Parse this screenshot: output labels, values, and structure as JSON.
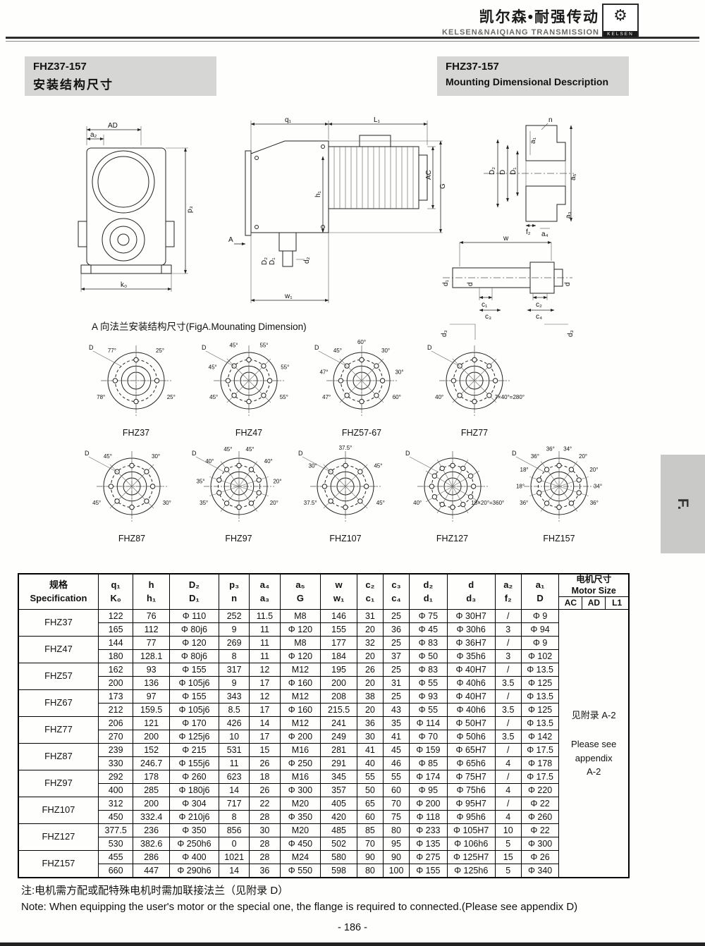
{
  "header": {
    "brand_cn": "凯尔森•耐强传动",
    "brand_en": "KELSEN&NAIQIANG TRANSMISSION",
    "logo_text": "KELSEN",
    "logo_icon": "gear-icon"
  },
  "titles": {
    "left": {
      "model": "FHZ37-157",
      "subtitle": "安装结构尺寸"
    },
    "right": {
      "model": "FHZ37-157",
      "subtitle": "Mounting Dimensional Description"
    }
  },
  "figure_caption": "A 向法兰安装结构尺寸(FigA.Mounating Dimension)",
  "side_tab": "F.",
  "drawings": {
    "front": {
      "ad": "AD",
      "a2": "a₂",
      "p3": "p₃",
      "k0": "k₀"
    },
    "side": {
      "q1": "q₁",
      "L1": "L₁",
      "AC": "AC",
      "G": "G",
      "h1": "h₁",
      "D2": "D₂",
      "D1": "D₁",
      "d2": "d₂",
      "w1": "w₁",
      "A": "A"
    },
    "fsec": {
      "D2": "D₂",
      "D": "D",
      "D1": "D₁",
      "a1": "a₁",
      "n": "n",
      "f2": "f₂",
      "a4": "a₄",
      "a3": "a₃",
      "a5": "a₅"
    },
    "shaft": {
      "w": "w",
      "d1": "d₁",
      "d": "d",
      "d_r": "d",
      "c1": "c₁",
      "c2": "c₂",
      "c3": "c₃",
      "c4": "c₄",
      "d3a": "d₃",
      "d3b": "d₃"
    }
  },
  "flanges": [
    {
      "name": "FHZ37",
      "holes": 4,
      "labels": [
        "78°",
        "77°",
        "25°",
        "25°"
      ]
    },
    {
      "name": "FHZ47",
      "holes": 8,
      "labels": [
        "45°",
        "45°",
        "45°",
        "55°",
        "55°",
        "55°"
      ]
    },
    {
      "name": "FHZ57-67",
      "holes": 8,
      "labels": [
        "47°",
        "47°",
        "45°",
        "60°",
        "30°",
        "30°",
        "60°"
      ]
    },
    {
      "name": "FHZ77",
      "holes": 8,
      "labels": [
        "40°",
        "7×40°=280°"
      ]
    },
    {
      "name": "FHZ87",
      "holes": 8,
      "labels": [
        "45°",
        "45°",
        "30°",
        "30°"
      ]
    },
    {
      "name": "FHZ97",
      "holes": 10,
      "labels": [
        "35°",
        "35°",
        "40°",
        "45°",
        "45°",
        "40°",
        "20°",
        "20°"
      ]
    },
    {
      "name": "FHZ107",
      "holes": 8,
      "labels": [
        "37.5°",
        "30°",
        "37.5°",
        "45°",
        "45°"
      ]
    },
    {
      "name": "FHZ127",
      "holes": 12,
      "labels": [
        "40°",
        "18×20°=360°"
      ]
    },
    {
      "name": "FHZ157",
      "holes": 10,
      "labels": [
        "36°",
        "18°",
        "18°",
        "36°",
        "36°",
        "34°",
        "20°",
        "20°",
        "34°",
        "36°"
      ]
    }
  ],
  "table": {
    "spec_header": {
      "top": "规格",
      "bottom": "Specification"
    },
    "col_headers": [
      {
        "top": "q₁",
        "bottom": "K₀"
      },
      {
        "top": "h",
        "bottom": "h₁"
      },
      {
        "top": "D₂",
        "bottom": "D₁"
      },
      {
        "top": "p₃",
        "bottom": "n"
      },
      {
        "top": "a₄",
        "bottom": "a₃"
      },
      {
        "top": "a₅",
        "bottom": "G"
      },
      {
        "top": "w",
        "bottom": "w₁"
      },
      {
        "top": "c₂",
        "bottom": "c₁"
      },
      {
        "top": "c₃",
        "bottom": "c₄"
      },
      {
        "top": "d₂",
        "bottom": "d₁"
      },
      {
        "top": "d",
        "bottom": "d₃"
      },
      {
        "top": "a₂",
        "bottom": "f₂"
      },
      {
        "top": "a₁",
        "bottom": "D"
      }
    ],
    "motor_header": {
      "cn": "电机尺寸",
      "en": "Motor Size",
      "cols": [
        "AC",
        "AD",
        "L1"
      ]
    },
    "motor_cell": [
      "见附录 A-2",
      "Please see",
      "appendix",
      "A-2"
    ],
    "rows": [
      {
        "spec": "FHZ37",
        "top": [
          "122",
          "76",
          "Φ 110",
          "252",
          "11.5",
          "M8",
          "146",
          "31",
          "25",
          "Φ 75",
          "Φ 30H7",
          "/",
          "Φ 9"
        ],
        "bottom": [
          "165",
          "112",
          "Φ 80j6",
          "9",
          "11",
          "Φ 120",
          "155",
          "20",
          "36",
          "Φ 45",
          "Φ 30h6",
          "3",
          "Φ 94"
        ]
      },
      {
        "spec": "FHZ47",
        "top": [
          "144",
          "77",
          "Φ 120",
          "269",
          "11",
          "M8",
          "177",
          "32",
          "25",
          "Φ 83",
          "Φ 36H7",
          "/",
          "Φ 9"
        ],
        "bottom": [
          "180",
          "128.1",
          "Φ 80j6",
          "8",
          "11",
          "Φ 120",
          "184",
          "20",
          "37",
          "Φ 50",
          "Φ 35h6",
          "3",
          "Φ 102"
        ]
      },
      {
        "spec": "FHZ57",
        "top": [
          "162",
          "93",
          "Φ 155",
          "317",
          "12",
          "M12",
          "195",
          "26",
          "25",
          "Φ 83",
          "Φ 40H7",
          "/",
          "Φ 13.5"
        ],
        "bottom": [
          "200",
          "136",
          "Φ 105j6",
          "9",
          "17",
          "Φ 160",
          "200",
          "20",
          "31",
          "Φ 55",
          "Φ 40h6",
          "3.5",
          "Φ 125"
        ]
      },
      {
        "spec": "FHZ67",
        "top": [
          "173",
          "97",
          "Φ 155",
          "343",
          "12",
          "M12",
          "208",
          "38",
          "25",
          "Φ 93",
          "Φ 40H7",
          "/",
          "Φ 13.5"
        ],
        "bottom": [
          "212",
          "159.5",
          "Φ 105j6",
          "8.5",
          "17",
          "Φ 160",
          "215.5",
          "20",
          "43",
          "Φ 55",
          "Φ 40h6",
          "3.5",
          "Φ 125"
        ]
      },
      {
        "spec": "FHZ77",
        "top": [
          "206",
          "121",
          "Φ 170",
          "426",
          "14",
          "M12",
          "241",
          "36",
          "35",
          "Φ 114",
          "Φ 50H7",
          "/",
          "Φ 13.5"
        ],
        "bottom": [
          "270",
          "200",
          "Φ 125j6",
          "10",
          "17",
          "Φ 200",
          "249",
          "30",
          "41",
          "Φ 70",
          "Φ 50h6",
          "3.5",
          "Φ 142"
        ]
      },
      {
        "spec": "FHZ87",
        "top": [
          "239",
          "152",
          "Φ 215",
          "531",
          "15",
          "M16",
          "281",
          "41",
          "45",
          "Φ 159",
          "Φ 65H7",
          "/",
          "Φ 17.5"
        ],
        "bottom": [
          "330",
          "246.7",
          "Φ 155j6",
          "11",
          "26",
          "Φ 250",
          "291",
          "40",
          "46",
          "Φ 85",
          "Φ 65h6",
          "4",
          "Φ 178"
        ]
      },
      {
        "spec": "FHZ97",
        "top": [
          "292",
          "178",
          "Φ 260",
          "623",
          "18",
          "M16",
          "345",
          "55",
          "55",
          "Φ 174",
          "Φ 75H7",
          "/",
          "Φ 17.5"
        ],
        "bottom": [
          "400",
          "285",
          "Φ 180j6",
          "14",
          "26",
          "Φ 300",
          "357",
          "50",
          "60",
          "Φ 95",
          "Φ 75h6",
          "4",
          "Φ 220"
        ]
      },
      {
        "spec": "FHZ107",
        "top": [
          "312",
          "200",
          "Φ 304",
          "717",
          "22",
          "M20",
          "405",
          "65",
          "70",
          "Φ 200",
          "Φ 95H7",
          "/",
          "Φ 22"
        ],
        "bottom": [
          "450",
          "332.4",
          "Φ 210j6",
          "8",
          "28",
          "Φ 350",
          "420",
          "60",
          "75",
          "Φ 118",
          "Φ 95h6",
          "4",
          "Φ 260"
        ]
      },
      {
        "spec": "FHZ127",
        "top": [
          "377.5",
          "236",
          "Φ 350",
          "856",
          "30",
          "M20",
          "485",
          "85",
          "80",
          "Φ 233",
          "Φ 105H7",
          "10",
          "Φ 22"
        ],
        "bottom": [
          "530",
          "382.6",
          "Φ 250h6",
          "0",
          "28",
          "Φ 450",
          "502",
          "70",
          "95",
          "Φ 135",
          "Φ 106h6",
          "5",
          "Φ 300"
        ]
      },
      {
        "spec": "FHZ157",
        "top": [
          "455",
          "286",
          "Φ 400",
          "1021",
          "28",
          "M24",
          "580",
          "90",
          "90",
          "Φ 275",
          "Φ 125H7",
          "15",
          "Φ 26"
        ],
        "bottom": [
          "660",
          "447",
          "Φ 290h6",
          "14",
          "36",
          "Φ 550",
          "598",
          "80",
          "100",
          "Φ 155",
          "Φ 125h6",
          "5",
          "Φ 340"
        ]
      }
    ]
  },
  "notes": {
    "cn": "注:电机需方配或配特殊电机时需加联接法兰（见附录 D）",
    "en": "Note: When equipping the user's motor or the special one, the flange is required to connected.(Please see appendix D)"
  },
  "page_number": "- 186 -"
}
